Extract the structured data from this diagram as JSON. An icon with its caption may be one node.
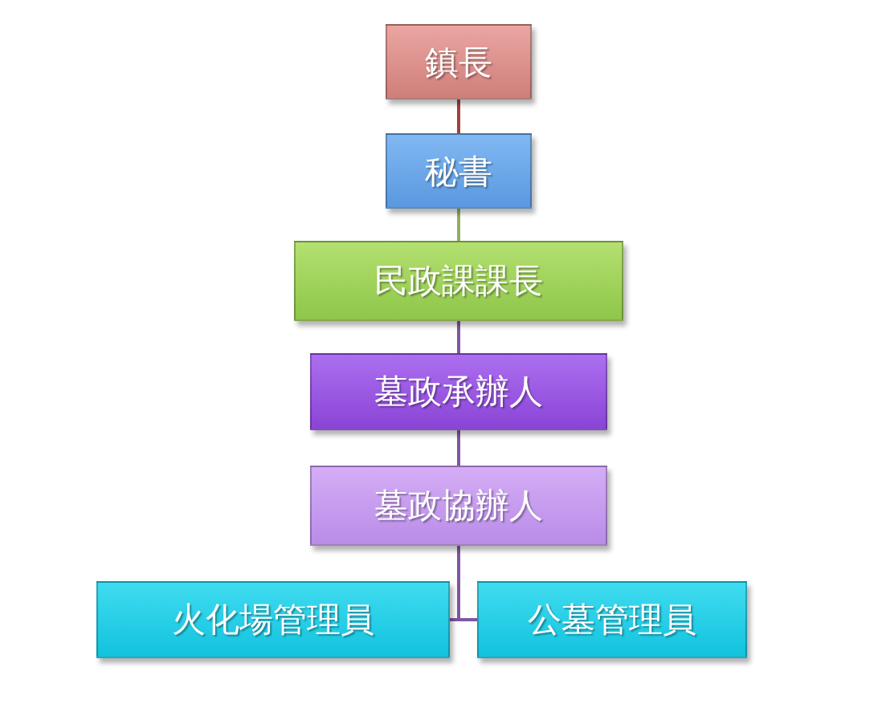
{
  "diagram": {
    "nodes": [
      {
        "text": [
          "鎮長"
        ]
      },
      {
        "text": [
          "秘書"
        ]
      },
      {
        "text": [
          "民政課課長"
        ]
      },
      {
        "text": [
          "墓政承辦人"
        ]
      },
      {
        "text": [
          "墓政協辦人"
        ]
      },
      {
        "text": [
          "火化場管理員"
        ]
      },
      {
        "text": [
          "公墓管理員"
        ]
      }
    ],
    "edges": [
      {
        "from": 0,
        "to": 1,
        "arrow": "none",
        "color": "#a0413c"
      },
      {
        "from": 1,
        "to": 2,
        "arrow": "none",
        "color": "#8fb05a"
      },
      {
        "from": 2,
        "to": 3,
        "arrow": "none"
      },
      {
        "from": 3,
        "to": 4,
        "arrow": "none"
      },
      {
        "from": 4,
        "to": 5,
        "arrow": "none"
      },
      {
        "from": 4,
        "to": 6,
        "arrow": "none"
      }
    ]
  }
}
